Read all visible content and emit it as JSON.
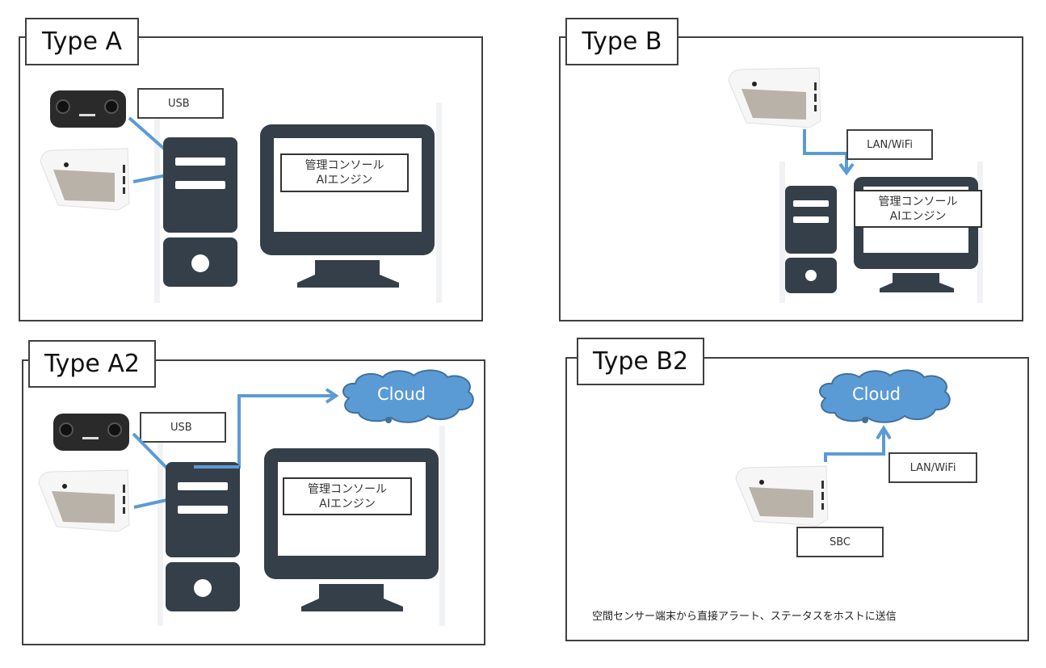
{
  "panels": {
    "type_a": {
      "title": "Type A",
      "link_label": "USB",
      "console_line1": "管理コンソール",
      "console_line2": "AIエンジン"
    },
    "type_b": {
      "title": "Type B",
      "link_label": "LAN/WiFi",
      "console_line1": "管理コンソール",
      "console_line2": "AIエンジン"
    },
    "type_a2": {
      "title": "Type A2",
      "link_label": "USB",
      "cloud_label": "Cloud",
      "console_line1": "管理コンソール",
      "console_line2": "AIエンジン"
    },
    "type_b2": {
      "title": "Type B2",
      "link_label": "LAN/WiFi",
      "cloud_label": "Cloud",
      "device_label": "SBC",
      "note": "空間センサー端末から直接アラート、ステータスをホストに送信"
    }
  },
  "colors": {
    "connector": "#5b9bd5",
    "cloud_fill": "#5b9bd5",
    "cloud_stroke": "#41719c",
    "computer": "#353f49",
    "frame": "#404040"
  }
}
